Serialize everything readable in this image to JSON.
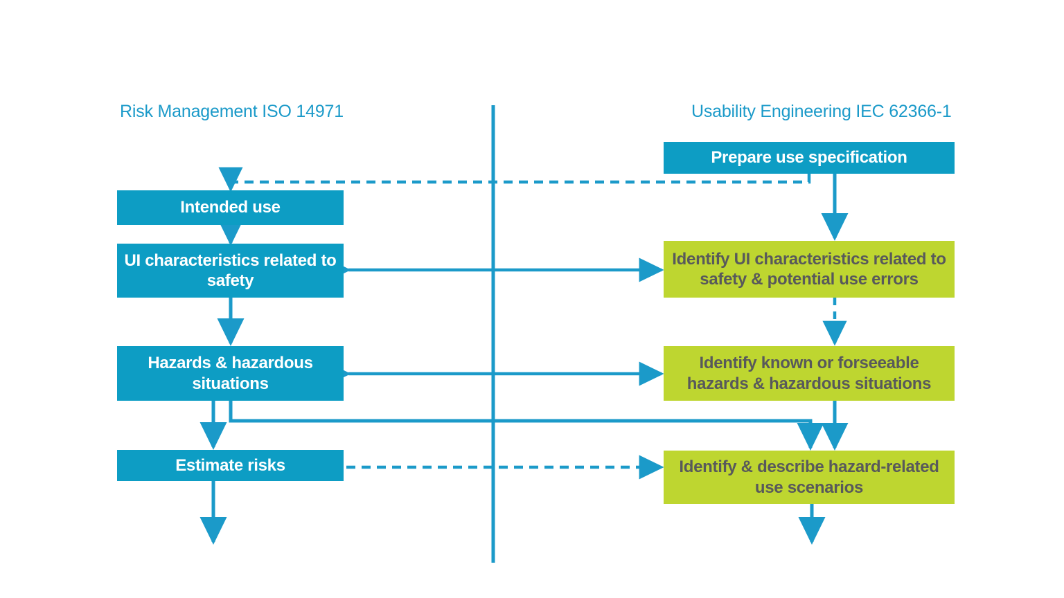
{
  "diagram": {
    "title_left": "Risk Management ISO 14971",
    "title_right": "Usability Engineering IEC 62366-1",
    "colors": {
      "blue": "#0D9DC4",
      "green": "#BED630",
      "blue_text": "#1B9AC9",
      "green_text": "#58595B",
      "background": "#FFFFFF"
    },
    "left_column": [
      {
        "id": "intended-use",
        "label": "Intended use"
      },
      {
        "id": "ui-characteristics-safety",
        "label": "UI characteristics related to safety"
      },
      {
        "id": "hazards-hazardous-situations",
        "label": "Hazards & hazardous situations"
      },
      {
        "id": "estimate-risks",
        "label": "Estimate risks"
      }
    ],
    "right_column": [
      {
        "id": "prepare-use-specification",
        "label": "Prepare use specification"
      },
      {
        "id": "identify-ui-characteristics",
        "label": "Identify UI characteristics related to safety & potential use errors"
      },
      {
        "id": "identify-known-hazards",
        "label": "Identify known or forseeable hazards & hazardous situations"
      },
      {
        "id": "identify-hazard-use-scenarios",
        "label": "Identify & describe hazard-related use scenarios"
      }
    ],
    "connectors": [
      {
        "id": "prepare-to-intended-use",
        "style": "dashed",
        "direction": "right-to-left"
      },
      {
        "id": "prepare-to-identify-ui",
        "style": "solid",
        "direction": "down"
      },
      {
        "id": "intended-use-to-ui-characteristics",
        "style": "solid",
        "direction": "down"
      },
      {
        "id": "ui-characteristics-bidirectional",
        "style": "solid",
        "direction": "bidirectional"
      },
      {
        "id": "identify-ui-to-identify-hazards",
        "style": "dashed",
        "direction": "down"
      },
      {
        "id": "ui-characteristics-to-hazards",
        "style": "solid",
        "direction": "down"
      },
      {
        "id": "hazards-bidirectional",
        "style": "solid",
        "direction": "bidirectional"
      },
      {
        "id": "hazards-to-estimate-risks",
        "style": "solid",
        "direction": "down"
      },
      {
        "id": "hazards-to-use-scenarios",
        "style": "solid",
        "direction": "right-down"
      },
      {
        "id": "identify-hazards-to-use-scenarios",
        "style": "solid",
        "direction": "down"
      },
      {
        "id": "estimate-risks-to-use-scenarios",
        "style": "dashed",
        "direction": "left-to-right"
      },
      {
        "id": "estimate-risks-outflow",
        "style": "solid",
        "direction": "down"
      },
      {
        "id": "use-scenarios-outflow",
        "style": "solid",
        "direction": "down"
      },
      {
        "id": "center-divider",
        "style": "solid",
        "direction": "vertical"
      }
    ]
  }
}
